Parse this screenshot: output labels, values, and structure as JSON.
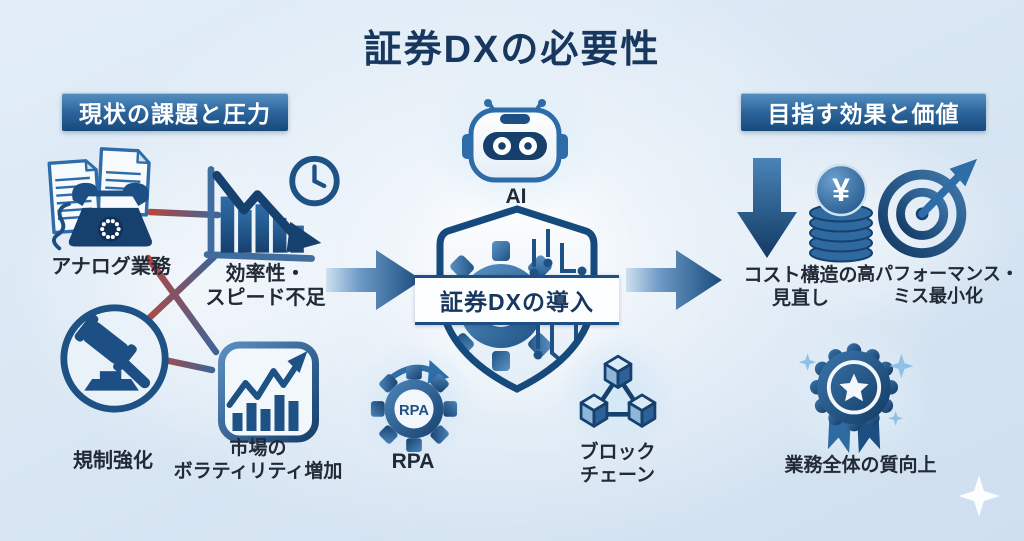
{
  "title": "証券DXの必要性",
  "left": {
    "header": "現状の課題と圧力",
    "items": [
      {
        "icon": "documents-phone-icon",
        "label": "アナログ業務"
      },
      {
        "icon": "declining-chart-clock-icon",
        "label": "効率性・\nスピード不足"
      },
      {
        "icon": "gavel-icon",
        "label": "規制強化"
      },
      {
        "icon": "rising-chart-icon",
        "label": "市場の\nボラティリティ増加"
      }
    ]
  },
  "center": {
    "ai_label": "AI",
    "core_label": "証券DXの導入",
    "rpa_label": "RPA",
    "rpa_gear_text": "RPA",
    "blockchain_label": "ブロック\nチェーン",
    "yen_symbol": "¥"
  },
  "right": {
    "header": "目指す効果と価値",
    "items": [
      {
        "icon": "cost-down-yen-icon",
        "label": "コスト構造の\n見直し"
      },
      {
        "icon": "target-arrow-icon",
        "label": "高パフォーマンス・\nミス最小化"
      },
      {
        "icon": "award-ribbon-icon",
        "label": "業務全体の質向上"
      }
    ]
  },
  "colors": {
    "background": "#d9e6f3",
    "title_text": "#17375e",
    "header_gradient_top": "#5590c2",
    "header_gradient_bottom": "#174a7a",
    "header_text": "#ffffff",
    "label_text": "#212a36",
    "icon_navy": "#16406e",
    "icon_blue": "#2e6da8",
    "flow_arrow_blue": "#174a7c",
    "connector_red": "#b5473f",
    "connector_blue": "#3f6398"
  }
}
